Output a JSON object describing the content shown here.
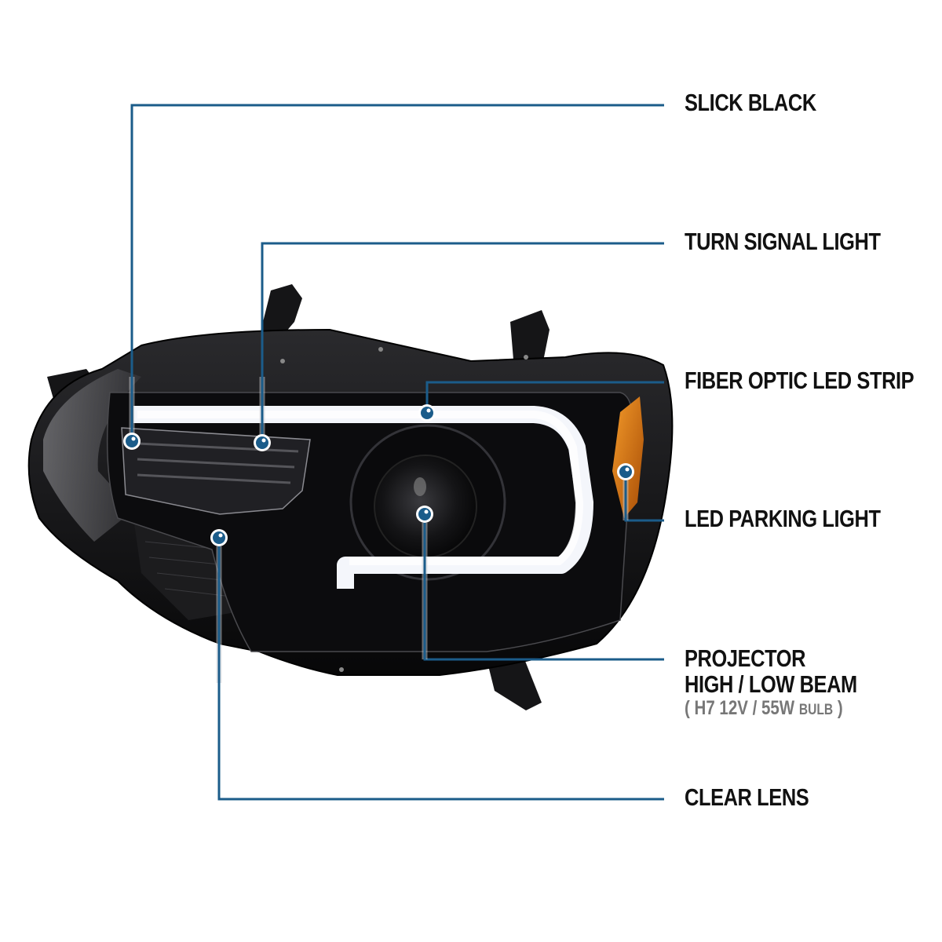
{
  "colors": {
    "callout_line": "#1b5c8a",
    "callout_dot": "#1b5c8a",
    "label_text": "#111111",
    "sub_text": "#777777",
    "led_strip": "#f4f6fb",
    "amber": "#d9720f"
  },
  "callouts": [
    {
      "id": "slick-black",
      "label": "SLICK BLACK",
      "dot": [
        168,
        562
      ]
    },
    {
      "id": "turn-signal",
      "label": "TURN SIGNAL LIGHT",
      "dot": [
        334,
        564
      ]
    },
    {
      "id": "fiber-optic",
      "label": "FIBER OPTIC LED STRIP",
      "dot": [
        544,
        526
      ]
    },
    {
      "id": "led-parking",
      "label": "LED PARKING LIGHT",
      "dot": [
        797,
        601
      ]
    },
    {
      "id": "projector",
      "label": "PROJECTOR",
      "label_line2": "HIGH / LOW BEAM",
      "spec_open": "( H7  12V / 55W ",
      "spec_small": "BULB",
      "spec_close": " )",
      "dot": [
        541,
        655
      ]
    },
    {
      "id": "clear-lens",
      "label": "CLEAR LENS",
      "dot": [
        279,
        685
      ]
    }
  ]
}
